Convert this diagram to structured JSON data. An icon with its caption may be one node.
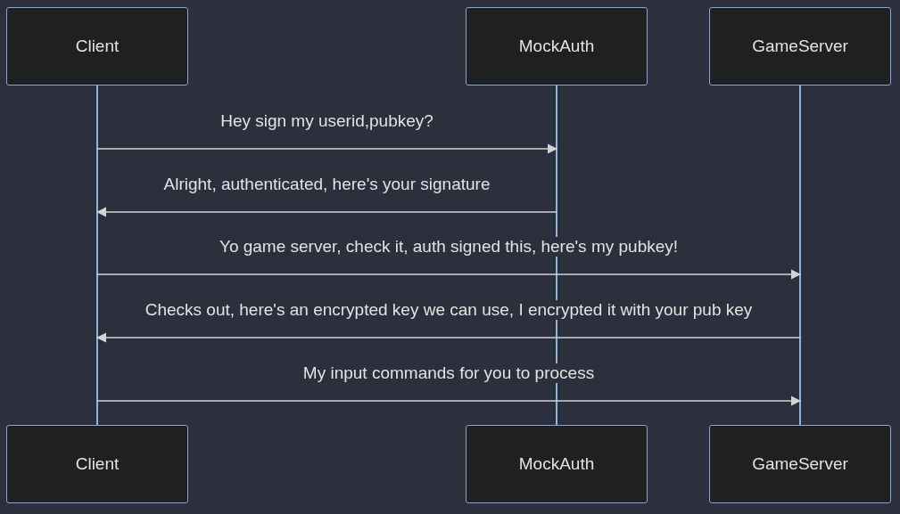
{
  "diagram": {
    "nodes": [
      {
        "text": [
          "Client"
        ]
      },
      {
        "text": [
          "MockAuth"
        ]
      },
      {
        "text": [
          "GameServer"
        ]
      },
      {
        "text": [
          "Client"
        ]
      },
      {
        "text": [
          "MockAuth"
        ]
      },
      {
        "text": [
          "GameServer"
        ]
      },
      {
        "text": [],
        "shape": "line"
      },
      {
        "text": [],
        "shape": "line"
      },
      {
        "text": [],
        "shape": "line"
      }
    ],
    "edges": [
      {
        "from": 6,
        "to": 7,
        "arrow": "to",
        "label": "Hey sign my userid,pubkey?"
      },
      {
        "from": 7,
        "to": 6,
        "arrow": "to",
        "label": "Alright, authenticated, here's your signature"
      },
      {
        "from": 6,
        "to": 8,
        "arrow": "to",
        "label": "Yo game server, check it, auth signed this, here's my pubkey!"
      },
      {
        "from": 8,
        "to": 6,
        "arrow": "to",
        "label": "Checks out, here's an encrypted key we can use, I encrypted it with your pub key"
      },
      {
        "from": 6,
        "to": 8,
        "arrow": "to",
        "label": "My input commands for you to process"
      }
    ]
  }
}
